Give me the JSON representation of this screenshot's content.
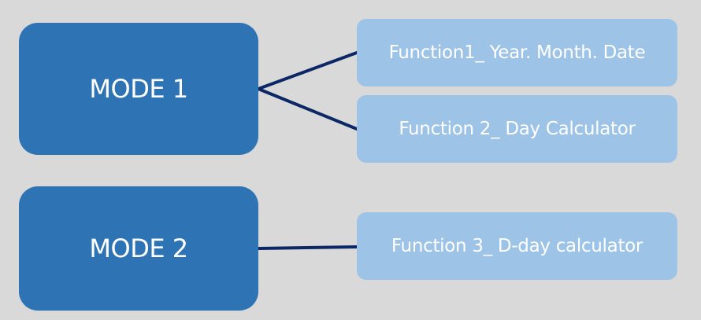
{
  "diagram": {
    "modes": [
      {
        "label": "MODE 1"
      },
      {
        "label": "MODE 2"
      }
    ],
    "functions": [
      {
        "label": "Function1_ Year. Month. Date"
      },
      {
        "label": "Function 2_ Day Calculator"
      },
      {
        "label": "Function 3_ D-day calculator"
      }
    ],
    "colors": {
      "background": "#d9d9d9",
      "mode_fill": "#2e74b5",
      "function_fill": "#9dc3e6",
      "connector": "#0b2766",
      "text": "#ffffff"
    }
  }
}
